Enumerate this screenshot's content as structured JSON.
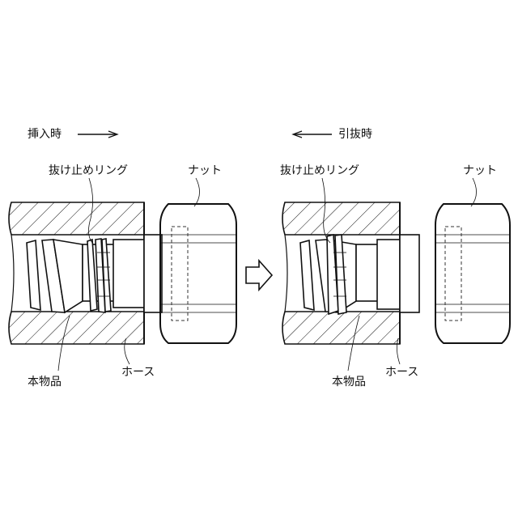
{
  "panels": {
    "left": {
      "direction_label": "挿入時",
      "ring_label": "抜け止めリング",
      "nut_label": "ナット",
      "body_label": "本物品",
      "hose_label": "ホース"
    },
    "right": {
      "direction_label": "引抜時",
      "ring_label": "抜け止めリング",
      "nut_label": "ナット",
      "body_label": "本物品",
      "hose_label": "ホース"
    }
  },
  "colors": {
    "line": "#111111",
    "background": "#ffffff"
  }
}
